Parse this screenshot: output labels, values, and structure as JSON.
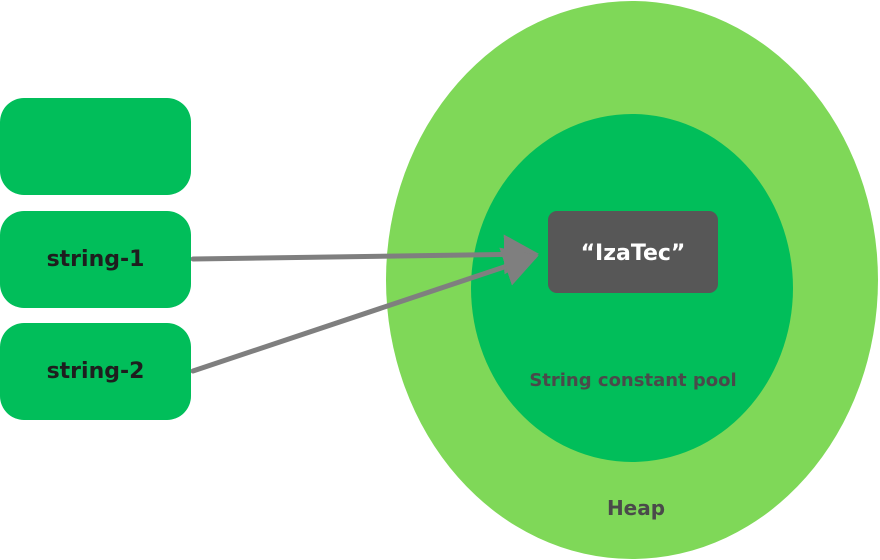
{
  "colors": {
    "heap": "#7fd858",
    "pool": "#01be5a",
    "string_box": "#575757",
    "arrow": "#7f7f7f",
    "dark_text": "#4a4a4a",
    "light_text": "#ffffff"
  },
  "stack": {
    "items": [
      {
        "label": ""
      },
      {
        "label": "string-1"
      },
      {
        "label": "string-2"
      }
    ]
  },
  "heap": {
    "label": "Heap",
    "pool": {
      "label": "String constant pool",
      "string_literal": "“IzaTec”"
    }
  }
}
